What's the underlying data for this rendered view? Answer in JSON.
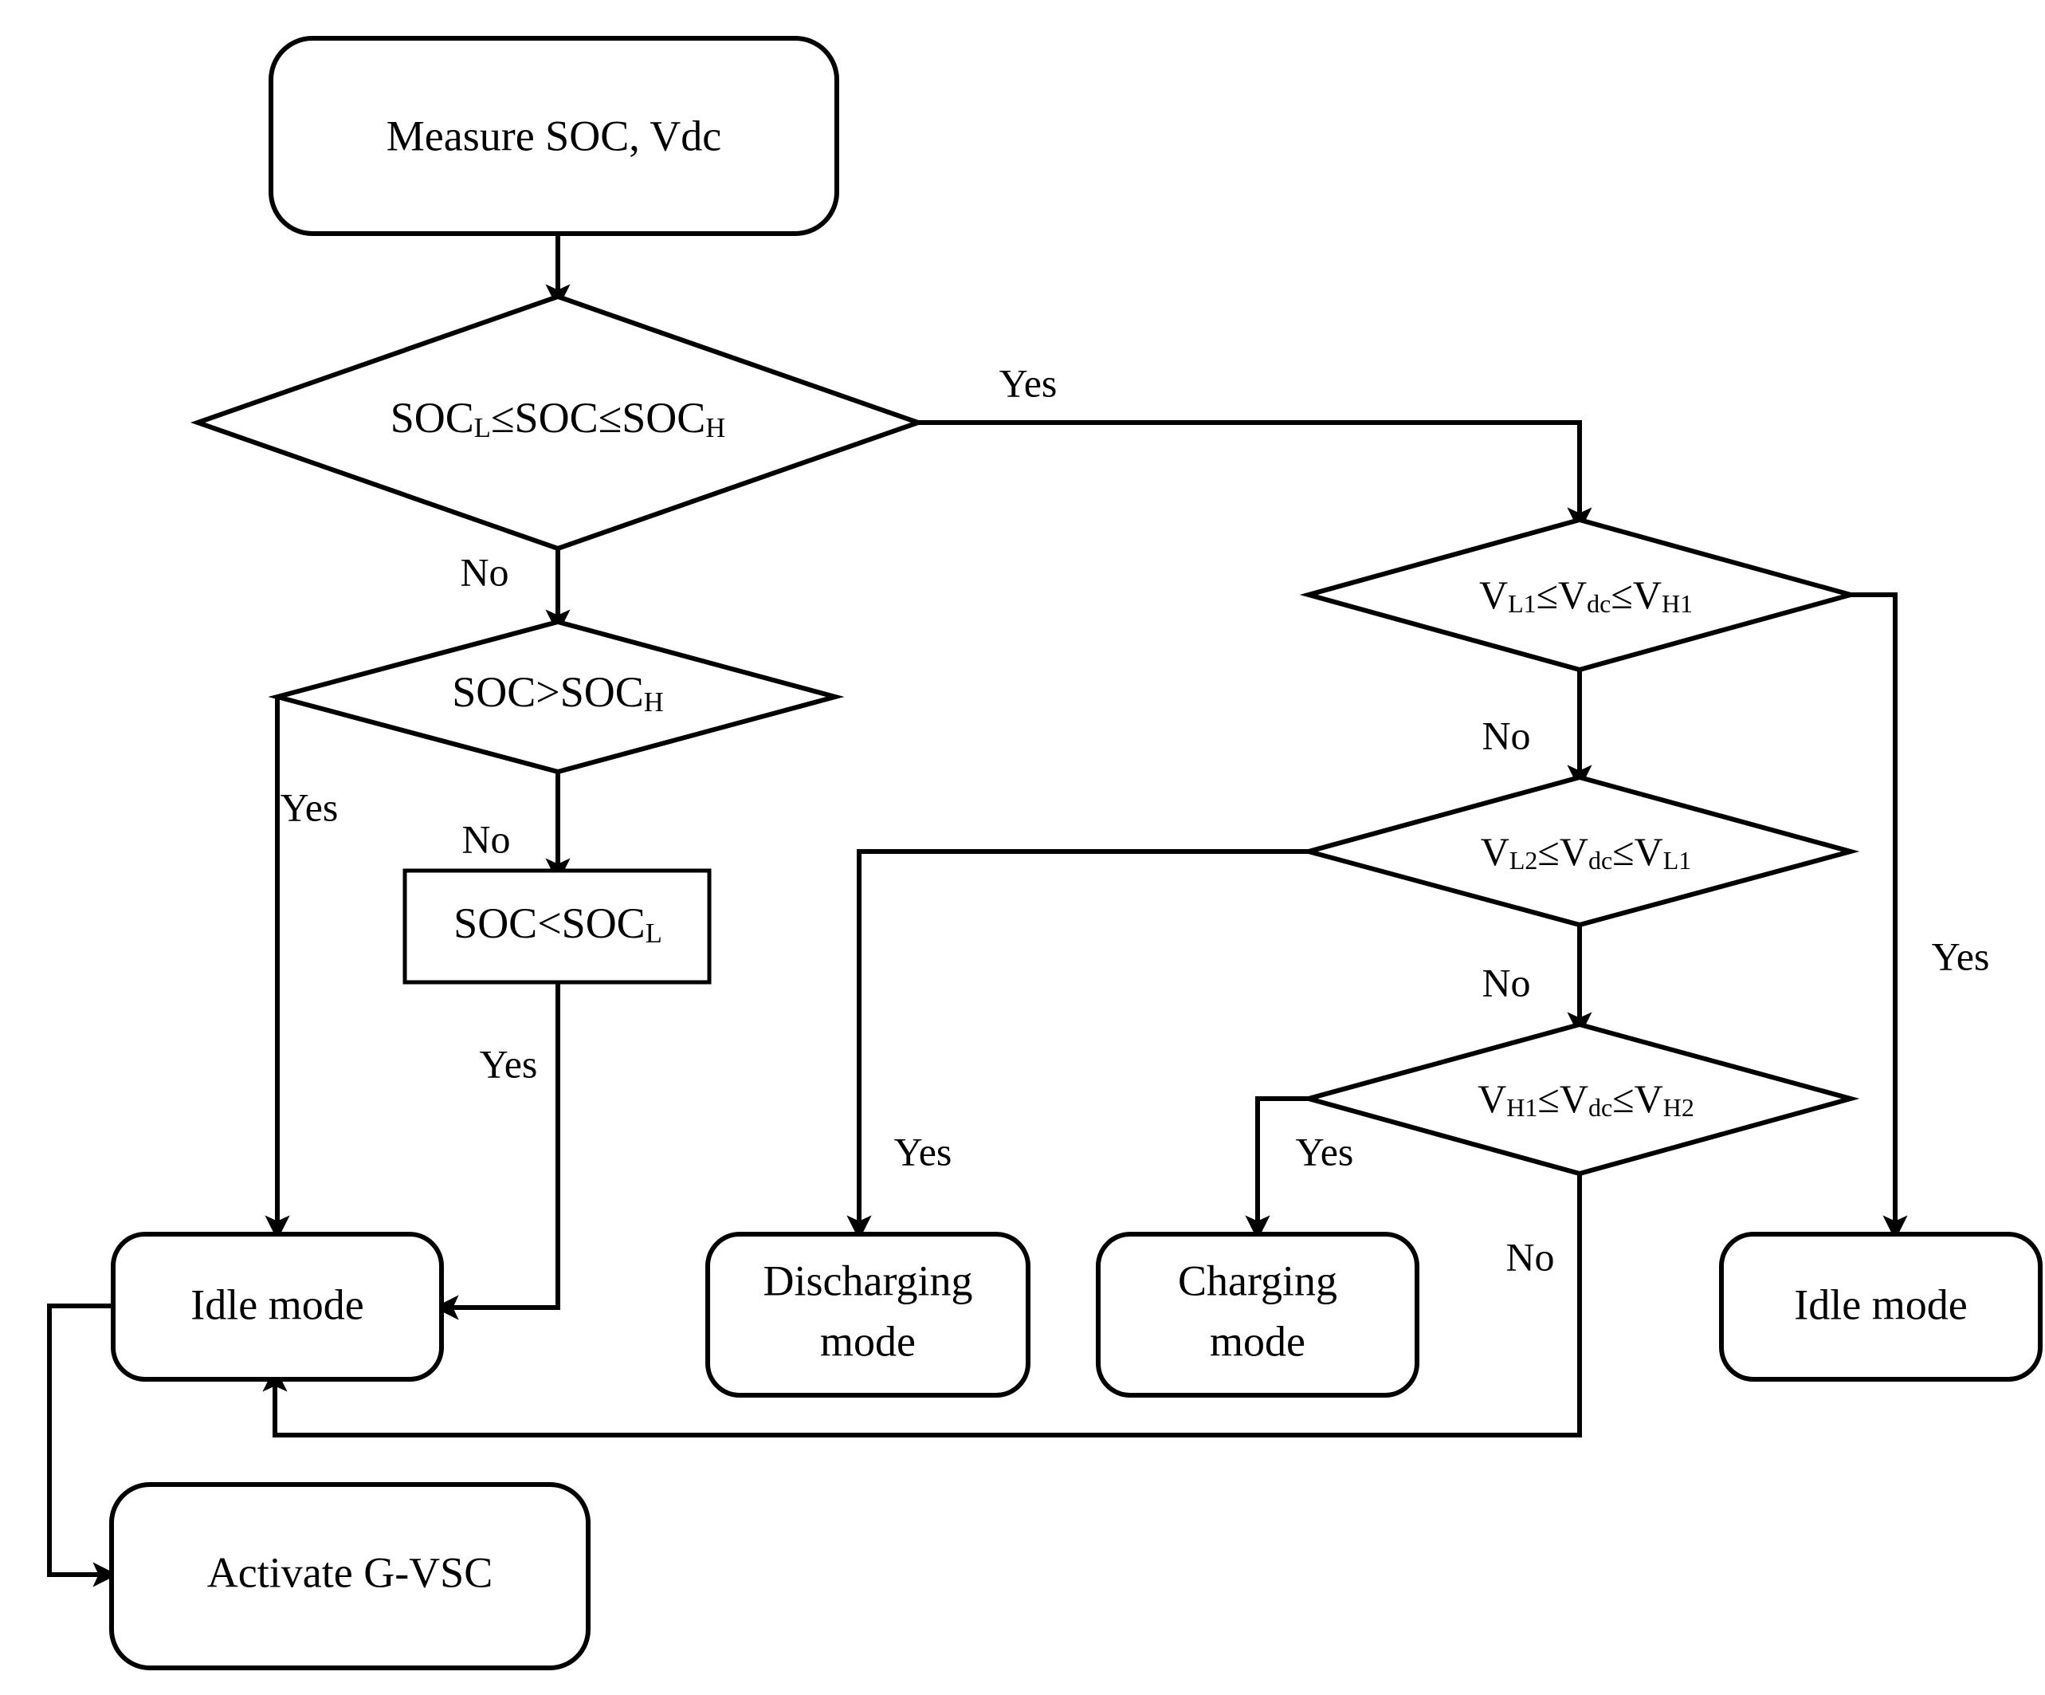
{
  "diagram": {
    "type": "flowchart",
    "title": "Battery energy storage SOC and DC-link voltage control decision flowchart",
    "nodes": [
      {
        "id": "measure",
        "shape": "rounded-rectangle",
        "text": "Measure SOC, Vdc"
      },
      {
        "id": "soc-range",
        "shape": "diamond",
        "text": "SOC",
        "sub1": "L",
        "text2": "≤SOC≤SOC",
        "sub2": "H"
      },
      {
        "id": "soc-high",
        "shape": "diamond",
        "text": "SOC>SOC",
        "sub1": "H"
      },
      {
        "id": "soc-low",
        "shape": "rectangle",
        "text": "SOC<SOC",
        "sub1": "L"
      },
      {
        "id": "v-l1-h1",
        "shape": "diamond",
        "text": "V",
        "sub1": "L1",
        "text2": "≤V",
        "sub2": "dc",
        "text3": "≤V",
        "sub3": "H1"
      },
      {
        "id": "v-l2-l1",
        "shape": "diamond",
        "text": "V",
        "sub1": "L2",
        "text2": "≤V",
        "sub2": "dc",
        "text3": "≤V",
        "sub3": "L1"
      },
      {
        "id": "v-h1-h2",
        "shape": "diamond",
        "text": "V",
        "sub1": "H1",
        "text2": "≤V",
        "sub2": "dc",
        "text3": "≤V",
        "sub3": "H2"
      },
      {
        "id": "idle-left",
        "shape": "rounded-rectangle",
        "text": "Idle mode"
      },
      {
        "id": "discharging",
        "shape": "rounded-rectangle",
        "line1": "Discharging",
        "line2": "mode"
      },
      {
        "id": "charging",
        "shape": "rounded-rectangle",
        "line1": "Charging",
        "line2": "mode"
      },
      {
        "id": "idle-right",
        "shape": "rounded-rectangle",
        "text": "Idle mode"
      },
      {
        "id": "activate",
        "shape": "rounded-rectangle",
        "text": "Activate G-VSC"
      }
    ],
    "edge_labels": {
      "soc_range_yes": "Yes",
      "soc_range_no": "No",
      "soc_high_yes": "Yes",
      "soc_high_no": "No",
      "soc_low_yes": "Yes",
      "v_l1h1_no": "No",
      "v_l1h1_yes": "Yes",
      "v_l2l1_yes": "Yes",
      "v_l2l1_no": "No",
      "v_h1h2_yes": "Yes",
      "v_h1h2_no": "No"
    },
    "colors": {
      "stroke": "#000000",
      "fill": "#ffffff",
      "text": "#000000"
    }
  }
}
